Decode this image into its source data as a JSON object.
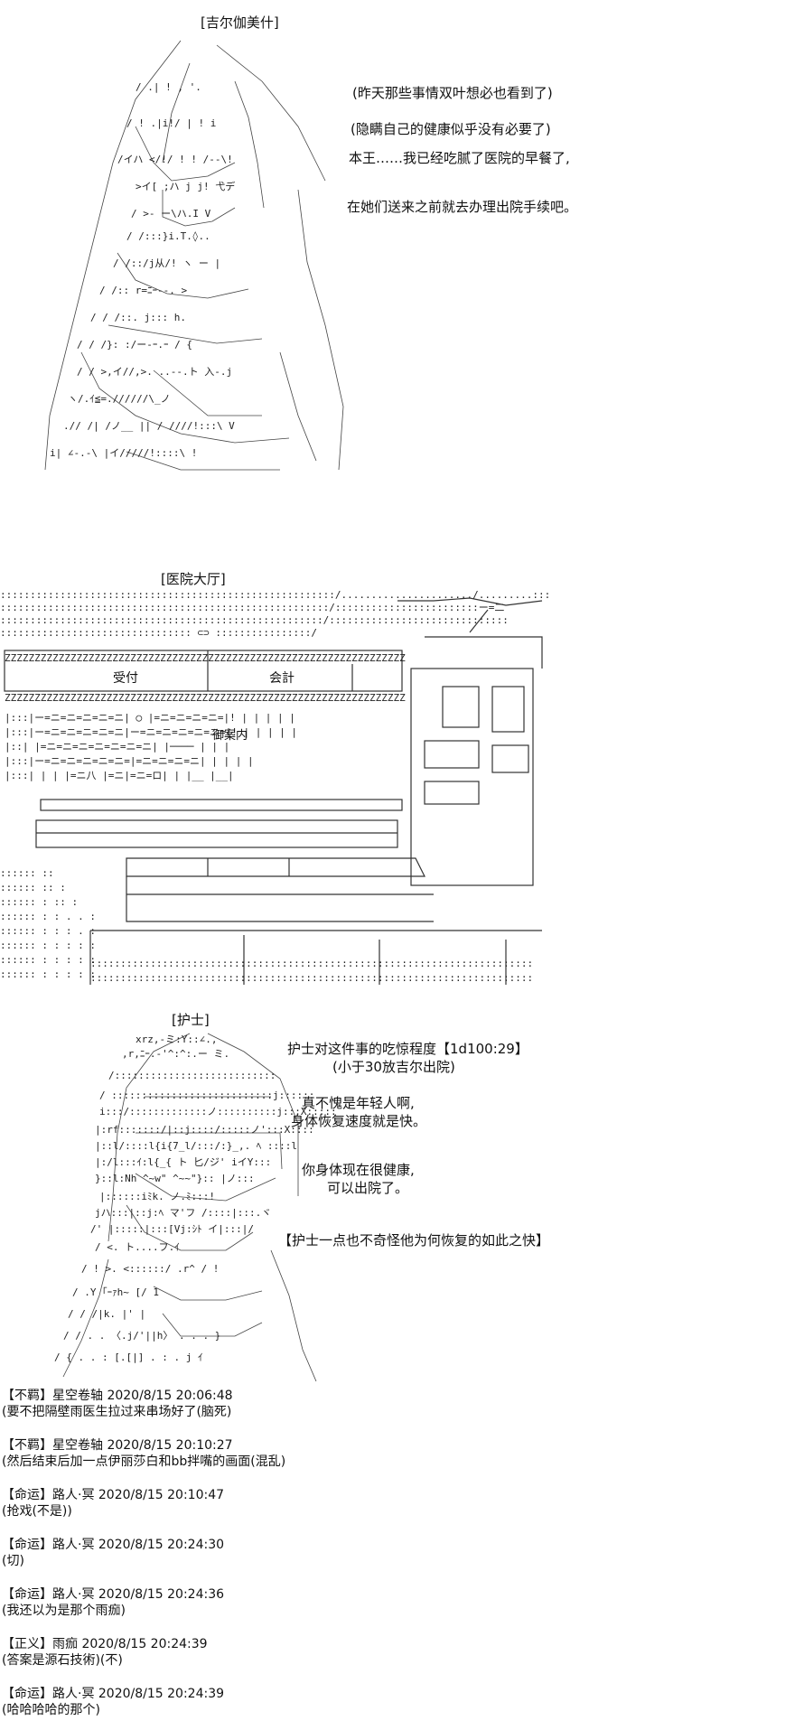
{
  "scene1": {
    "title": "[吉尔伽美什]",
    "lines": [
      "(昨天那些事情双叶想必也看到了)",
      "(隐瞒自己的健康似乎没有必要了)",
      "本王……我已经吃腻了医院的早餐了,",
      "在她们送来之前就去办理出院手续吧。"
    ]
  },
  "scene2": {
    "title": "[医院大厅]",
    "signs": [
      "受付",
      "会計",
      "御案内"
    ]
  },
  "scene3": {
    "title": "[护士]",
    "lines": [
      "护士对这件事的吃惊程度【1d100:29】",
      "(小于30放吉尔出院)",
      "真不愧是年轻人啊,",
      "身体恢复速度就是快。",
      "你身体现在很健康,",
      "可以出院了。",
      "【护士一点也不奇怪他为何恢复的如此之快】"
    ]
  },
  "comments": [
    {
      "head": "【不羁】星空卷轴 2020/8/15 20:06:48",
      "body": "(要不把隔壁雨医生拉过来串场好了(脑死)"
    },
    {
      "head": "【不羁】星空卷轴 2020/8/15 20:10:27",
      "body": "(然后结束后加一点伊丽莎白和bb拌嘴的画面(混乱)"
    },
    {
      "head": "【命运】路人·冥 2020/8/15 20:10:47",
      "body": "(抢戏(不是))"
    },
    {
      "head": "【命运】路人·冥 2020/8/15 20:24:30",
      "body": "(切)"
    },
    {
      "head": "【命运】路人·冥 2020/8/15 20:24:36",
      "body": "(我还以为是那个雨痂)"
    },
    {
      "head": "【正义】雨痂 2020/8/15 20:24:39",
      "body": "(答案是源石技術)(不)"
    },
    {
      "head": "【命运】路人·冥 2020/8/15 20:24:39",
      "body": "(哈哈哈哈的那个)"
    }
  ]
}
